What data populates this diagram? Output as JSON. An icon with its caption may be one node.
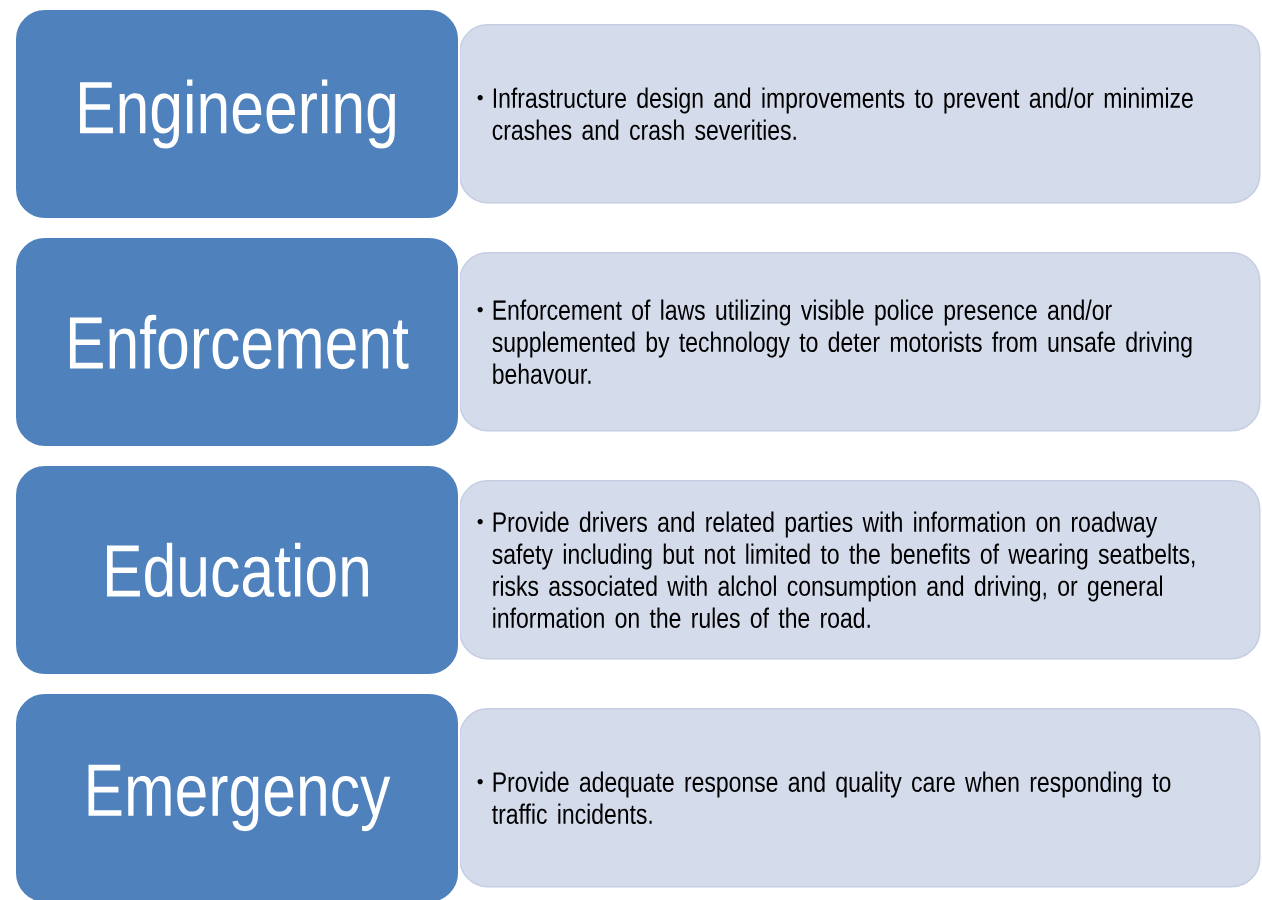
{
  "diagram": {
    "nodes": [
      {
        "text": [
          "Engineering"
        ]
      },
      {
        "text": [
          "Infrastructure design and improvements to prevent and/or minimize crashes and crash severities."
        ]
      },
      {
        "text": [
          "Enforcement"
        ]
      },
      {
        "text": [
          "Enforcement of laws utilizing visible police presence and/or supplemented by technology to deter motorists from unsafe driving behavour."
        ]
      },
      {
        "text": [
          "Education"
        ]
      },
      {
        "text": [
          "Provide drivers and related parties with information on roadway safety including but not limited to the benefits of wearing seatbelts, risks associated with alchol consumption and driving, or general information on the rules of the road."
        ]
      },
      {
        "text": [
          "Emergency"
        ]
      },
      {
        "text": [
          "Provide adequate response and quality care when responding to traffic incidents."
        ]
      }
    ]
  }
}
